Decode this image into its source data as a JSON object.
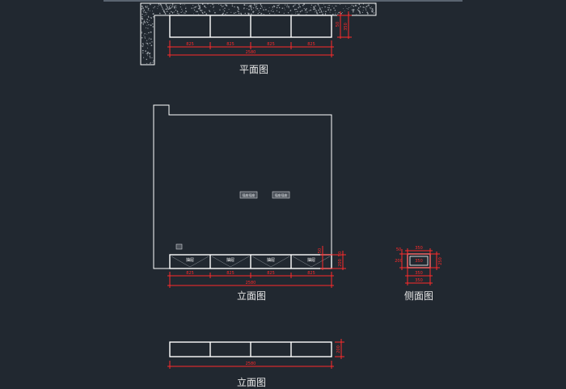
{
  "colors": {
    "background": "#212830",
    "outline": "#ffffff",
    "dimension": "#ff2a2a",
    "stipple": "#9aa0a6"
  },
  "titles": {
    "plan": "平面图",
    "elevation": "立面图",
    "side": "侧面图",
    "elevation2": "立面图"
  },
  "plan": {
    "segments": [
      "825",
      "825",
      "825",
      "825"
    ],
    "total": "2580",
    "depth_top": "50",
    "depth_bottom": "350"
  },
  "elevation": {
    "drawer_labels": [
      "抽屉",
      "抽屉",
      "抽屉",
      "抽屉"
    ],
    "socket_labels": [
      "插座插座",
      "插座插座"
    ],
    "segments": [
      "825",
      "825",
      "825",
      "825"
    ],
    "total": "2580",
    "right_dims": [
      "50",
      "200"
    ],
    "left_dim": "50"
  },
  "side": {
    "top_dim": "350",
    "mid_dim": "350",
    "bottom_dim": "350",
    "left_dims": [
      "50",
      "200"
    ],
    "right_dim": "250"
  },
  "elevation2": {
    "total": "2580",
    "right_dim": "200"
  }
}
